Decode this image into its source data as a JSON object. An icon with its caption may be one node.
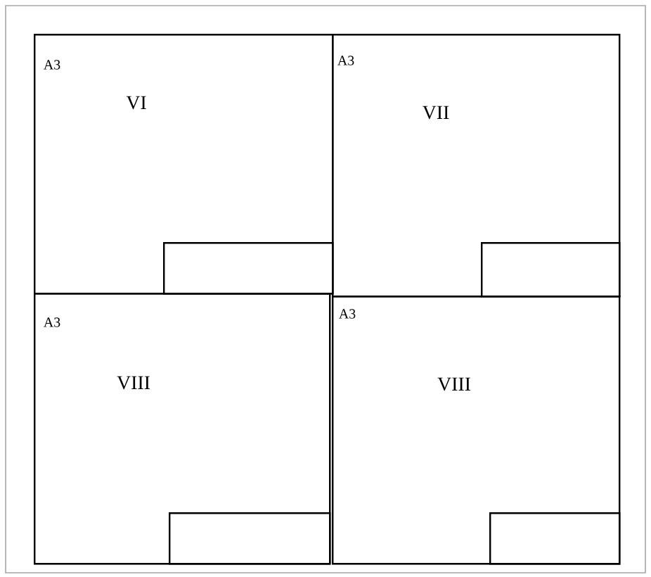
{
  "diagram": {
    "nodes": [
      {
        "text": [
          "A3",
          "VI"
        ]
      },
      {
        "text": [
          "A3",
          "VII"
        ]
      },
      {
        "text": [
          "A3",
          "VIII"
        ]
      },
      {
        "text": [
          "A3",
          "VIII"
        ]
      },
      {
        "text": [],
        "shape": "box",
        "in": 0
      },
      {
        "text": [],
        "shape": "box",
        "in": 1
      },
      {
        "text": [],
        "shape": "box",
        "in": 2
      },
      {
        "text": [],
        "shape": "box",
        "in": 3
      }
    ],
    "edges": []
  }
}
